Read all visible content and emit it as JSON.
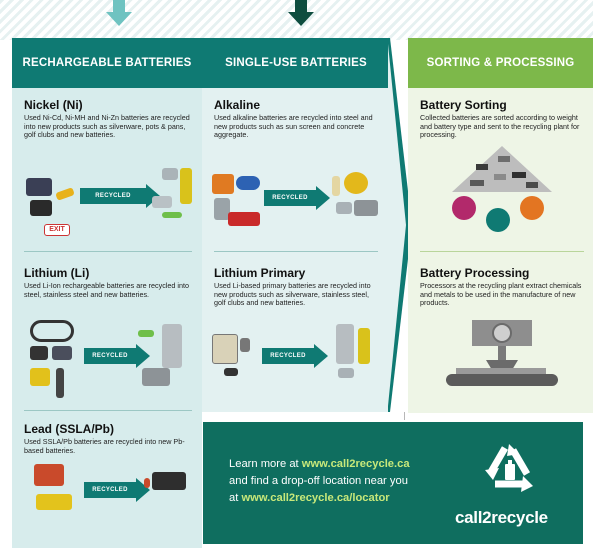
{
  "columns": {
    "rechargeable": {
      "header": "RECHARGEABLE BATTERIES",
      "sections": [
        {
          "title": "Nickel (Ni)",
          "description": "Used Ni-Cd, Ni-MH and Ni-Zn batteries are recycled into new products such as silverware, pots & pans, golf clubs and new batteries."
        },
        {
          "title": "Lithium (Li)",
          "description": "Used Li-Ion rechargeable batteries are recycled into steel, stainless steel and new batteries."
        },
        {
          "title": "Lead (SSLA/Pb)",
          "description": "Used SSLA/Pb batteries are recycled into new Pb-based batteries."
        }
      ]
    },
    "single_use": {
      "header": "SINGLE-USE BATTERIES",
      "sections": [
        {
          "title": "Alkaline",
          "description": "Used alkaline batteries are recycled into steel and new products such as sun screen and concrete aggregate."
        },
        {
          "title": "Lithium Primary",
          "description": "Used Li-based primary batteries are recycled into new products such as silverware, stainless steel, golf clubs and new batteries."
        }
      ]
    },
    "sorting": {
      "header": "SORTING & PROCESSING",
      "sections": [
        {
          "title": "Battery Sorting",
          "description": "Collected batteries are sorted according to weight and battery type and sent to the recycling plant for processing."
        },
        {
          "title": "Battery Processing",
          "description": "Processors at the recycling plant extract chemicals and metals to be used in the manufacture of new products."
        }
      ]
    }
  },
  "arrow_label": "RECYCLED",
  "exit_sign": "EXIT",
  "cta": {
    "line1_prefix": "Learn more at ",
    "line1_link": "www.call2recycle.ca",
    "line2": "and find a drop-off location near you",
    "line3_prefix": "at ",
    "line3_link": "www.call2recycle.ca/locator"
  },
  "brand": {
    "name": "call2recycle",
    "logo_icon": "recycle-icon"
  },
  "colors": {
    "teal": "#0f7a73",
    "green": "#7db84a",
    "cta_bg": "#0f6e5f",
    "link": "#c7e87a"
  }
}
